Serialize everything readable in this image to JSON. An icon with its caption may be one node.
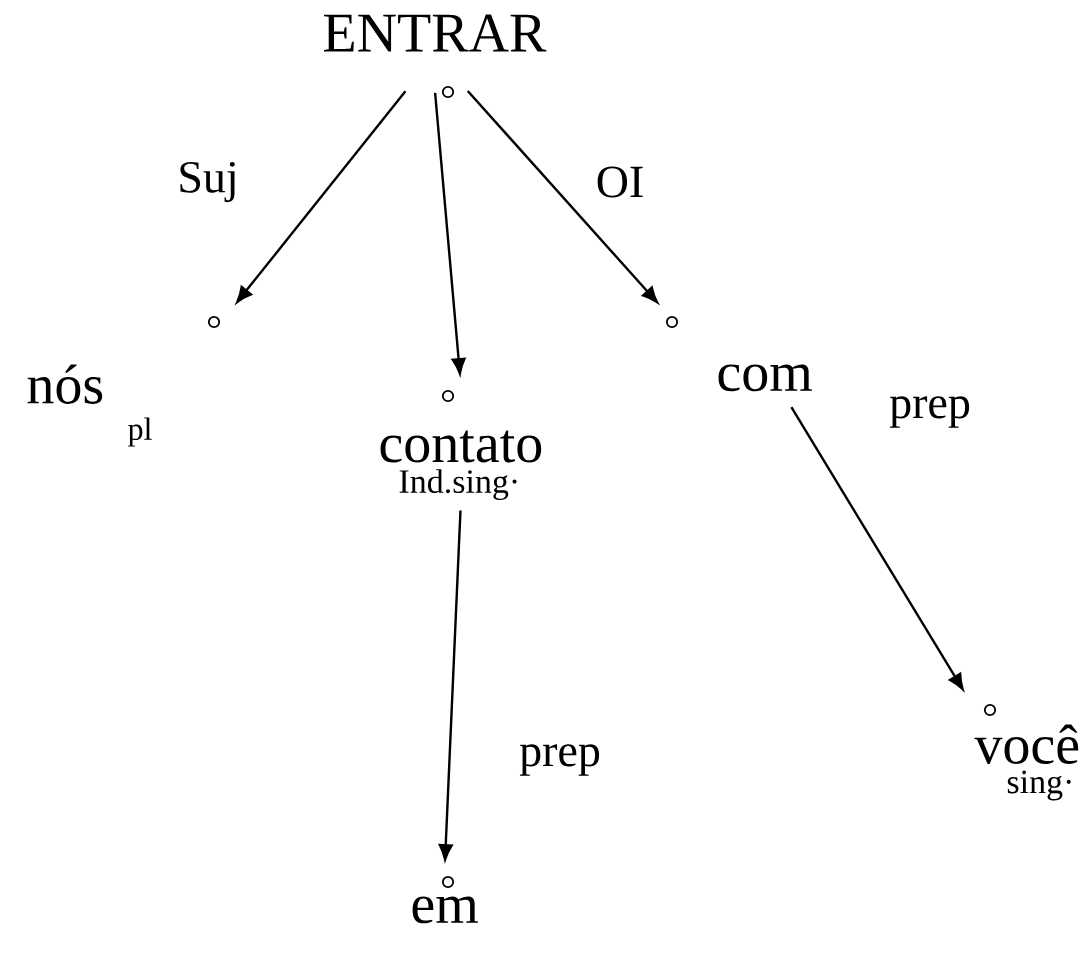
{
  "diagram": {
    "nodes": [
      {
        "text": [
          "ENTRAR"
        ]
      },
      {
        "text": [
          "nós"
        ],
        "beside": [
          "pl"
        ]
      },
      {
        "text": [
          "contato",
          "Ind.sing·"
        ]
      },
      {
        "text": [
          "com"
        ]
      },
      {
        "text": [
          "você",
          "sing·"
        ]
      },
      {
        "text": [
          "em"
        ]
      }
    ],
    "edges": [
      {
        "from": 0,
        "to": 1,
        "arrow": "to",
        "label": "Suj"
      },
      {
        "from": 0,
        "to": 2,
        "arrow": "to"
      },
      {
        "from": 0,
        "to": 3,
        "arrow": "to",
        "label": "OI"
      },
      {
        "from": 3,
        "to": 4,
        "arrow": "to",
        "label": "prep"
      },
      {
        "from": 2,
        "to": 5,
        "arrow": "to",
        "label": "prep"
      }
    ]
  }
}
